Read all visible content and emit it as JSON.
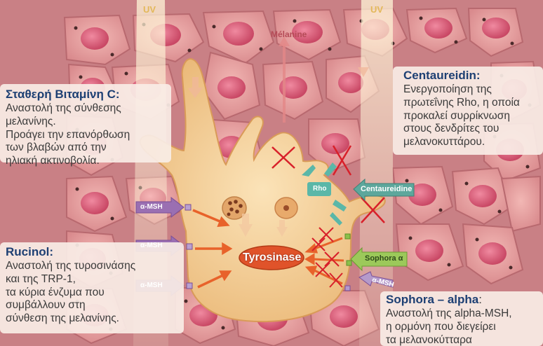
{
  "uv_labels": [
    "UV",
    "UV"
  ],
  "melanin_label": "Mélanine",
  "tyrosinase_label": "Tyrosinase",
  "rho_label": "Rho",
  "centaureidin_tag": "Centaureidine",
  "sophora_tag": "Sophora α",
  "msh_labels": [
    "α-MSH",
    "α-MSH",
    "α-MSH",
    "α-MSH"
  ],
  "vitamin_c": {
    "title": "Σταθερή Βιταμίνη C:",
    "lines": [
      "Αναστολή της σύνθεσης μελανίνης.",
      "Προάγει την επανόρθωση",
      "των βλαβών από την",
      "ηλιακή ακτινοβολία."
    ]
  },
  "centaureidin": {
    "title": "Centaureidin:",
    "lines": [
      "Ενεργοποίηση της",
      "πρωτεΐνης Rho, η οποία",
      "προκαλεί συρρίκνωση",
      "στους δενδρίτες του",
      "μελανοκυττάρου."
    ]
  },
  "rucinol": {
    "title": "Rucinol:",
    "lines": [
      "Αναστολή της τυροσινάσης",
      "και της TRP-1,",
      "τα κύρια ένζυμα που",
      "συμβάλλουν στη",
      "σύνθεση της μελανίνης."
    ]
  },
  "sophora": {
    "title_a": "Sophora – alpha",
    "title_b": ":",
    "lines": [
      "Αναστολή της alpha-MSH,",
      "η ορμόνη που διεγείρει",
      "τα μελανοκύτταρα"
    ]
  },
  "colors": {
    "cell_fill": "#e9a3a3",
    "nucleus": "#d9627a",
    "melanocyte": "#f1c98c",
    "heading": "#1d3f73",
    "arrow_orange": "#e8622a",
    "cross_red": "#d8202a",
    "rho_teal": "#5bb7a8",
    "msh_purple": "#9a6fb2",
    "sophora_green": "#8cc04a"
  }
}
